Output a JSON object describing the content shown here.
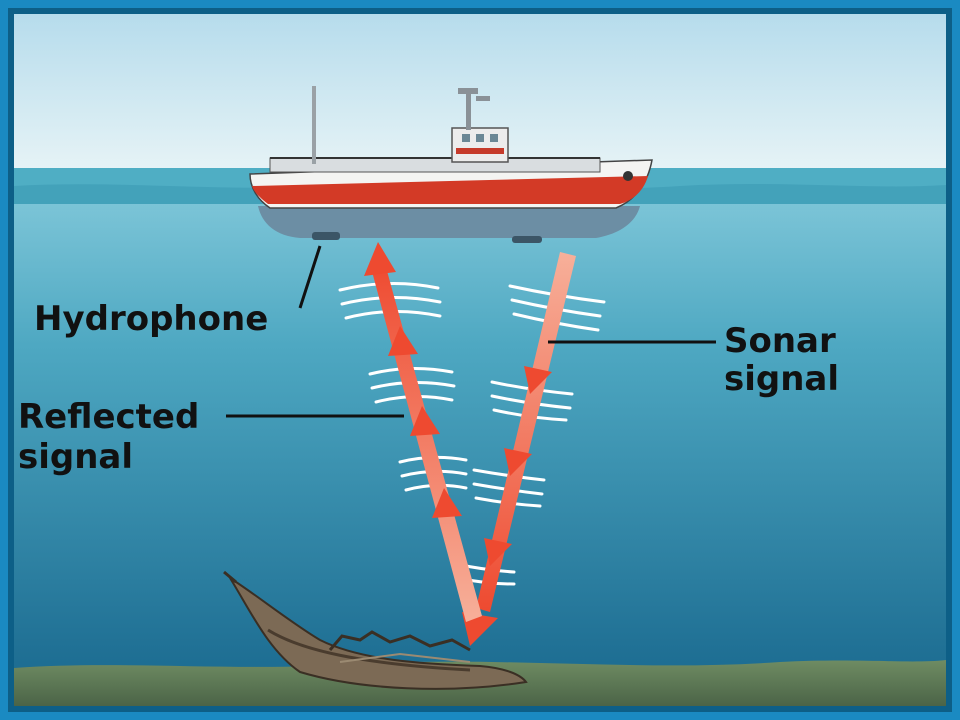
{
  "labels": {
    "hydrophone": "Hydrophone",
    "sonar_line1": "Sonar",
    "sonar_line2": "signal",
    "reflected_line1": "Reflected",
    "reflected_line2": "signal"
  },
  "colors": {
    "frame": "#1a8ac2",
    "sky_top": "#bfe0ef",
    "sky_bottom": "#e4f2f6",
    "sea_surface": "#5ab6c8",
    "water_top": "#7cc6d8",
    "water_deep": "#1e6f93",
    "seabed": "#5d7a56",
    "arrow": "#f0553a",
    "hull_red": "#d33a26",
    "wave_ring": "#ffffff"
  },
  "icons": {
    "ship": "ship-icon",
    "shipwreck": "shipwreck-icon"
  }
}
